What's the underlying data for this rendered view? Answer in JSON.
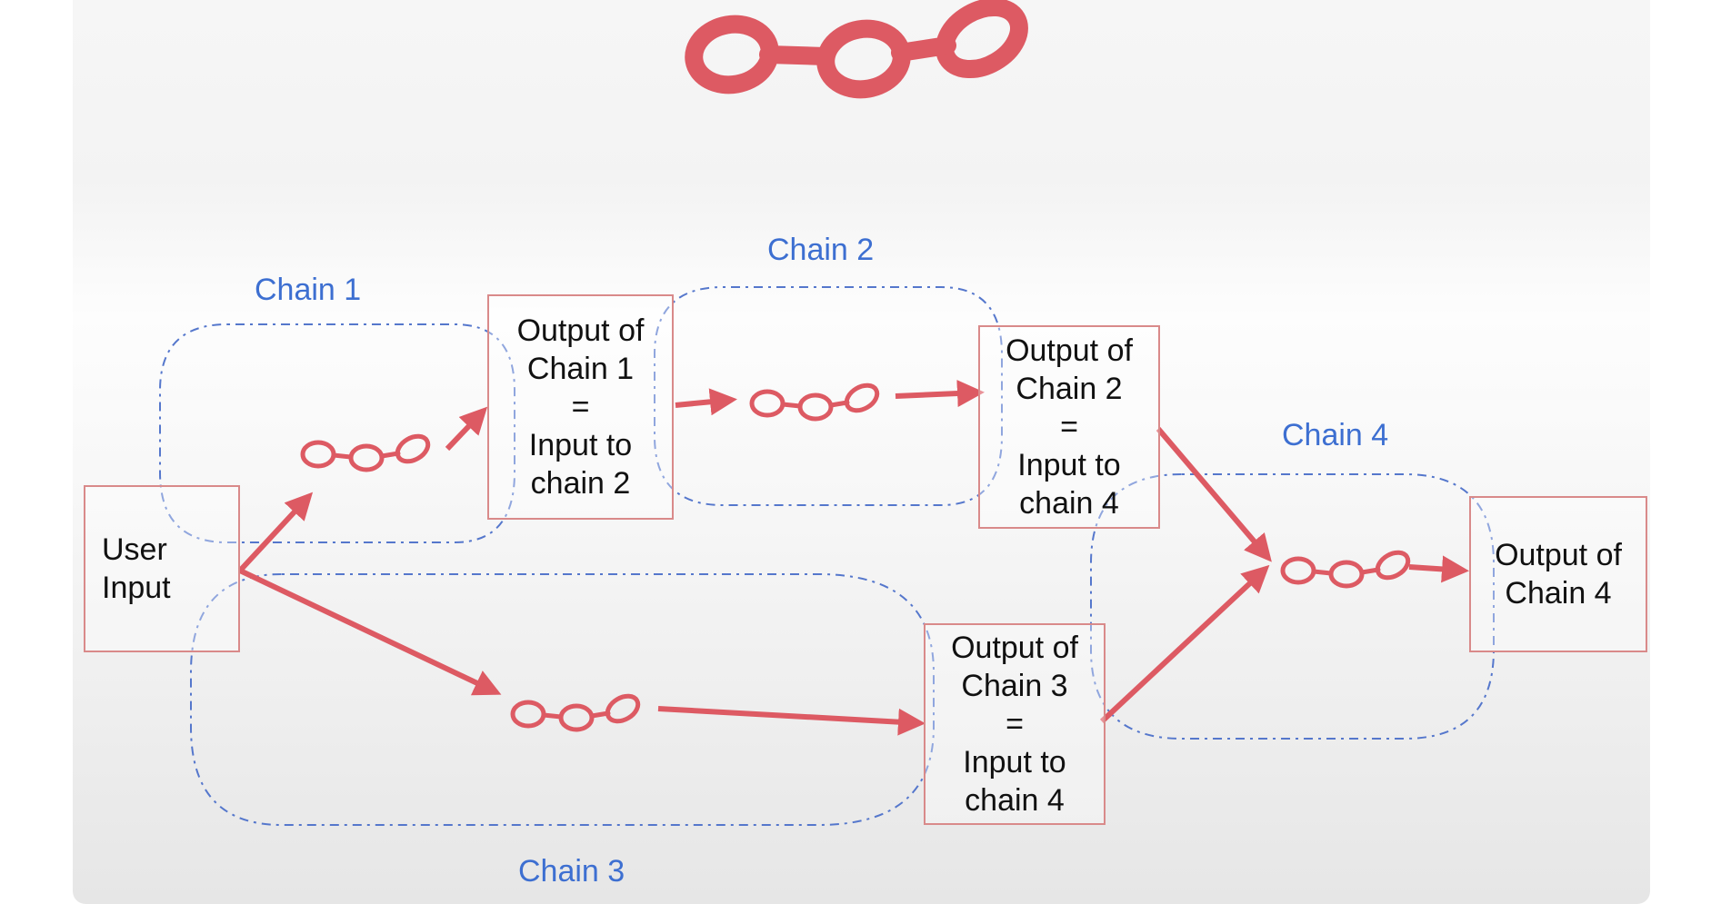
{
  "nodes": {
    "user_input": [
      "User",
      "Input"
    ],
    "out1": [
      "Output of",
      "Chain 1",
      "=",
      "Input to",
      "chain 2"
    ],
    "out2": [
      "Output of",
      "Chain 2",
      "=",
      "Input to",
      "chain 4"
    ],
    "out3": [
      "Output of",
      "Chain 3",
      "=",
      "Input to",
      "chain 4"
    ],
    "out4": [
      "Output of",
      "Chain 4"
    ]
  },
  "chain_labels": {
    "c1": "Chain 1",
    "c2": "Chain 2",
    "c3": "Chain 3",
    "c4": "Chain 4"
  },
  "icons": {
    "header": "chain-link-icon",
    "inline": "chain-link-icon"
  },
  "colors": {
    "accent_red": "#dd5a63",
    "label_blue": "#3d6fd1",
    "dotted_blue": "#5577cc",
    "box_border": "#d98a8a"
  }
}
